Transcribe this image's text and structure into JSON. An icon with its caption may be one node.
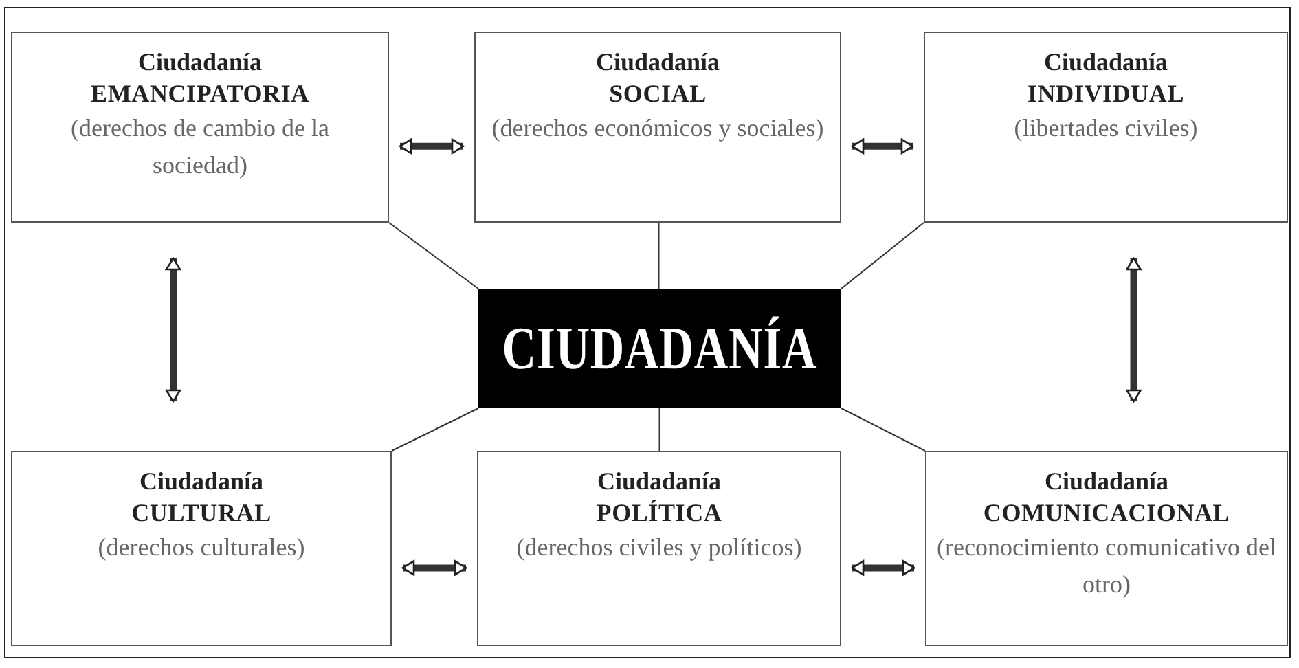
{
  "diagram": {
    "nodes": [
      {
        "text": [
          "Ciudadanía",
          "EMANCIPATORIA",
          "(derechos de cambio de la sociedad)"
        ]
      },
      {
        "text": [
          "Ciudadanía",
          "SOCIAL",
          "(derechos económicos y sociales)"
        ]
      },
      {
        "text": [
          "Ciudadanía",
          "INDIVIDUAL",
          "(libertades civiles)"
        ]
      },
      {
        "text": [
          "CIUDADANÍA"
        ]
      },
      {
        "text": [
          "Ciudadanía",
          "CULTURAL",
          "(derechos culturales)"
        ]
      },
      {
        "text": [
          "Ciudadanía",
          "POLÍTICA",
          "(derechos civiles y políticos)"
        ]
      },
      {
        "text": [
          "Ciudadanía",
          "COMUNICACIONAL",
          "(reconocimiento comunicativo del otro)"
        ]
      }
    ],
    "edges": [
      {
        "from": 3,
        "to": 0,
        "arrow": "none"
      },
      {
        "from": 3,
        "to": 1,
        "arrow": "none"
      },
      {
        "from": 3,
        "to": 2,
        "arrow": "none"
      },
      {
        "from": 3,
        "to": 4,
        "arrow": "none"
      },
      {
        "from": 3,
        "to": 5,
        "arrow": "none"
      },
      {
        "from": 3,
        "to": 6,
        "arrow": "none"
      },
      {
        "from": 0,
        "to": 1,
        "arrow": "both",
        "style": "thick"
      },
      {
        "from": 1,
        "to": 2,
        "arrow": "both",
        "style": "thick"
      },
      {
        "from": 0,
        "to": 4,
        "arrow": "both",
        "style": "thick"
      },
      {
        "from": 2,
        "to": 6,
        "arrow": "both",
        "style": "thick"
      },
      {
        "from": 4,
        "to": 5,
        "arrow": "both",
        "style": "thick"
      },
      {
        "from": 5,
        "to": 6,
        "arrow": "both",
        "style": "thick"
      }
    ]
  }
}
